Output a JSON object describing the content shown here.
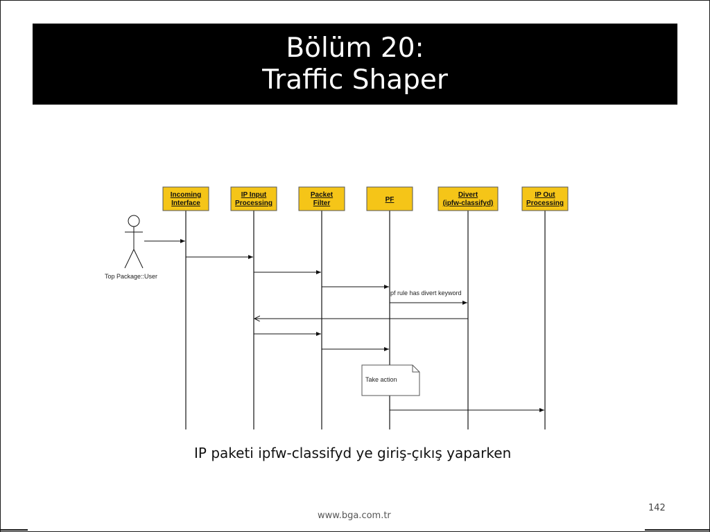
{
  "slide": {
    "title_line1": "Bölüm 20:",
    "title_line2": "Traffic Shaper",
    "caption": "IP paketi ipfw-classifyd ye giriş-çıkış yaparken",
    "page_number": "142",
    "footer_url": "www.bga.com.tr"
  },
  "diagram": {
    "actor_label": "Top Package::User",
    "lifelines": [
      {
        "id": "incoming",
        "label_line1": "Incoming",
        "label_line2": "Interface"
      },
      {
        "id": "ip-input",
        "label_line1": "IP Input",
        "label_line2": "Processing"
      },
      {
        "id": "packet-filter",
        "label_line1": "Packet",
        "label_line2": "Filter"
      },
      {
        "id": "pf",
        "label_line1": "PF",
        "label_line2": ""
      },
      {
        "id": "divert",
        "label_line1": "Divert",
        "label_line2": "(ipfw-classifyd)"
      },
      {
        "id": "ip-out",
        "label_line1": "IP Out",
        "label_line2": "Processing"
      }
    ],
    "messages": [
      {
        "from": "actor",
        "to": "incoming",
        "label": ""
      },
      {
        "from": "incoming",
        "to": "ip-input",
        "label": ""
      },
      {
        "from": "ip-input",
        "to": "packet-filter",
        "label": ""
      },
      {
        "from": "packet-filter",
        "to": "pf",
        "label": ""
      },
      {
        "from": "pf",
        "to": "divert",
        "label": "pf rule has divert keyword"
      },
      {
        "from": "divert",
        "to": "ip-input",
        "label": ""
      },
      {
        "from": "ip-input",
        "to": "packet-filter",
        "label": ""
      },
      {
        "from": "packet-filter",
        "to": "pf",
        "label": ""
      },
      {
        "from": "pf",
        "to": "ip-out",
        "label": ""
      }
    ],
    "note": {
      "attached_to": "pf",
      "text": "Take action"
    },
    "colors": {
      "box_fill": "#f5c518",
      "box_border": "#555555",
      "line": "#111111"
    }
  }
}
